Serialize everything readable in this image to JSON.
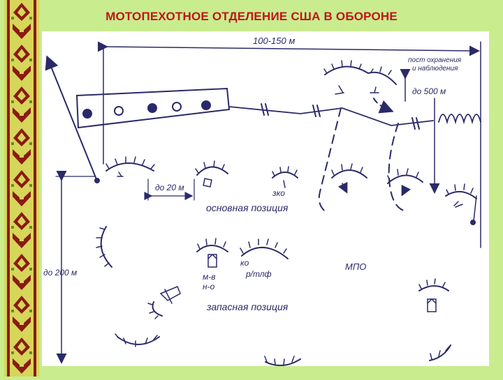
{
  "title": "МОТОПЕХОТНОЕ ОТДЕЛЕНИЕ США В ОБОРОНЕ",
  "labels": {
    "width": "100-150 м",
    "post_line1": "пост охранения",
    "post_line2": "и наблюдения",
    "post_range": "до 500 м",
    "spacing": "до 20 м",
    "zko": "зко",
    "main_position": "основная позиция",
    "depth": "до 200 м",
    "ko": "ко",
    "rtlf": "р/тлф",
    "mpo": "МПО",
    "mv": "м-в",
    "no": "н-о",
    "reserve_position": "запасная позиция"
  },
  "colors": {
    "background": "#c9ec8e",
    "title": "#c0141a",
    "ink": "#2a2a6a",
    "ornament_red": "#8b1a12",
    "ornament_yellow": "#d6d65a"
  }
}
